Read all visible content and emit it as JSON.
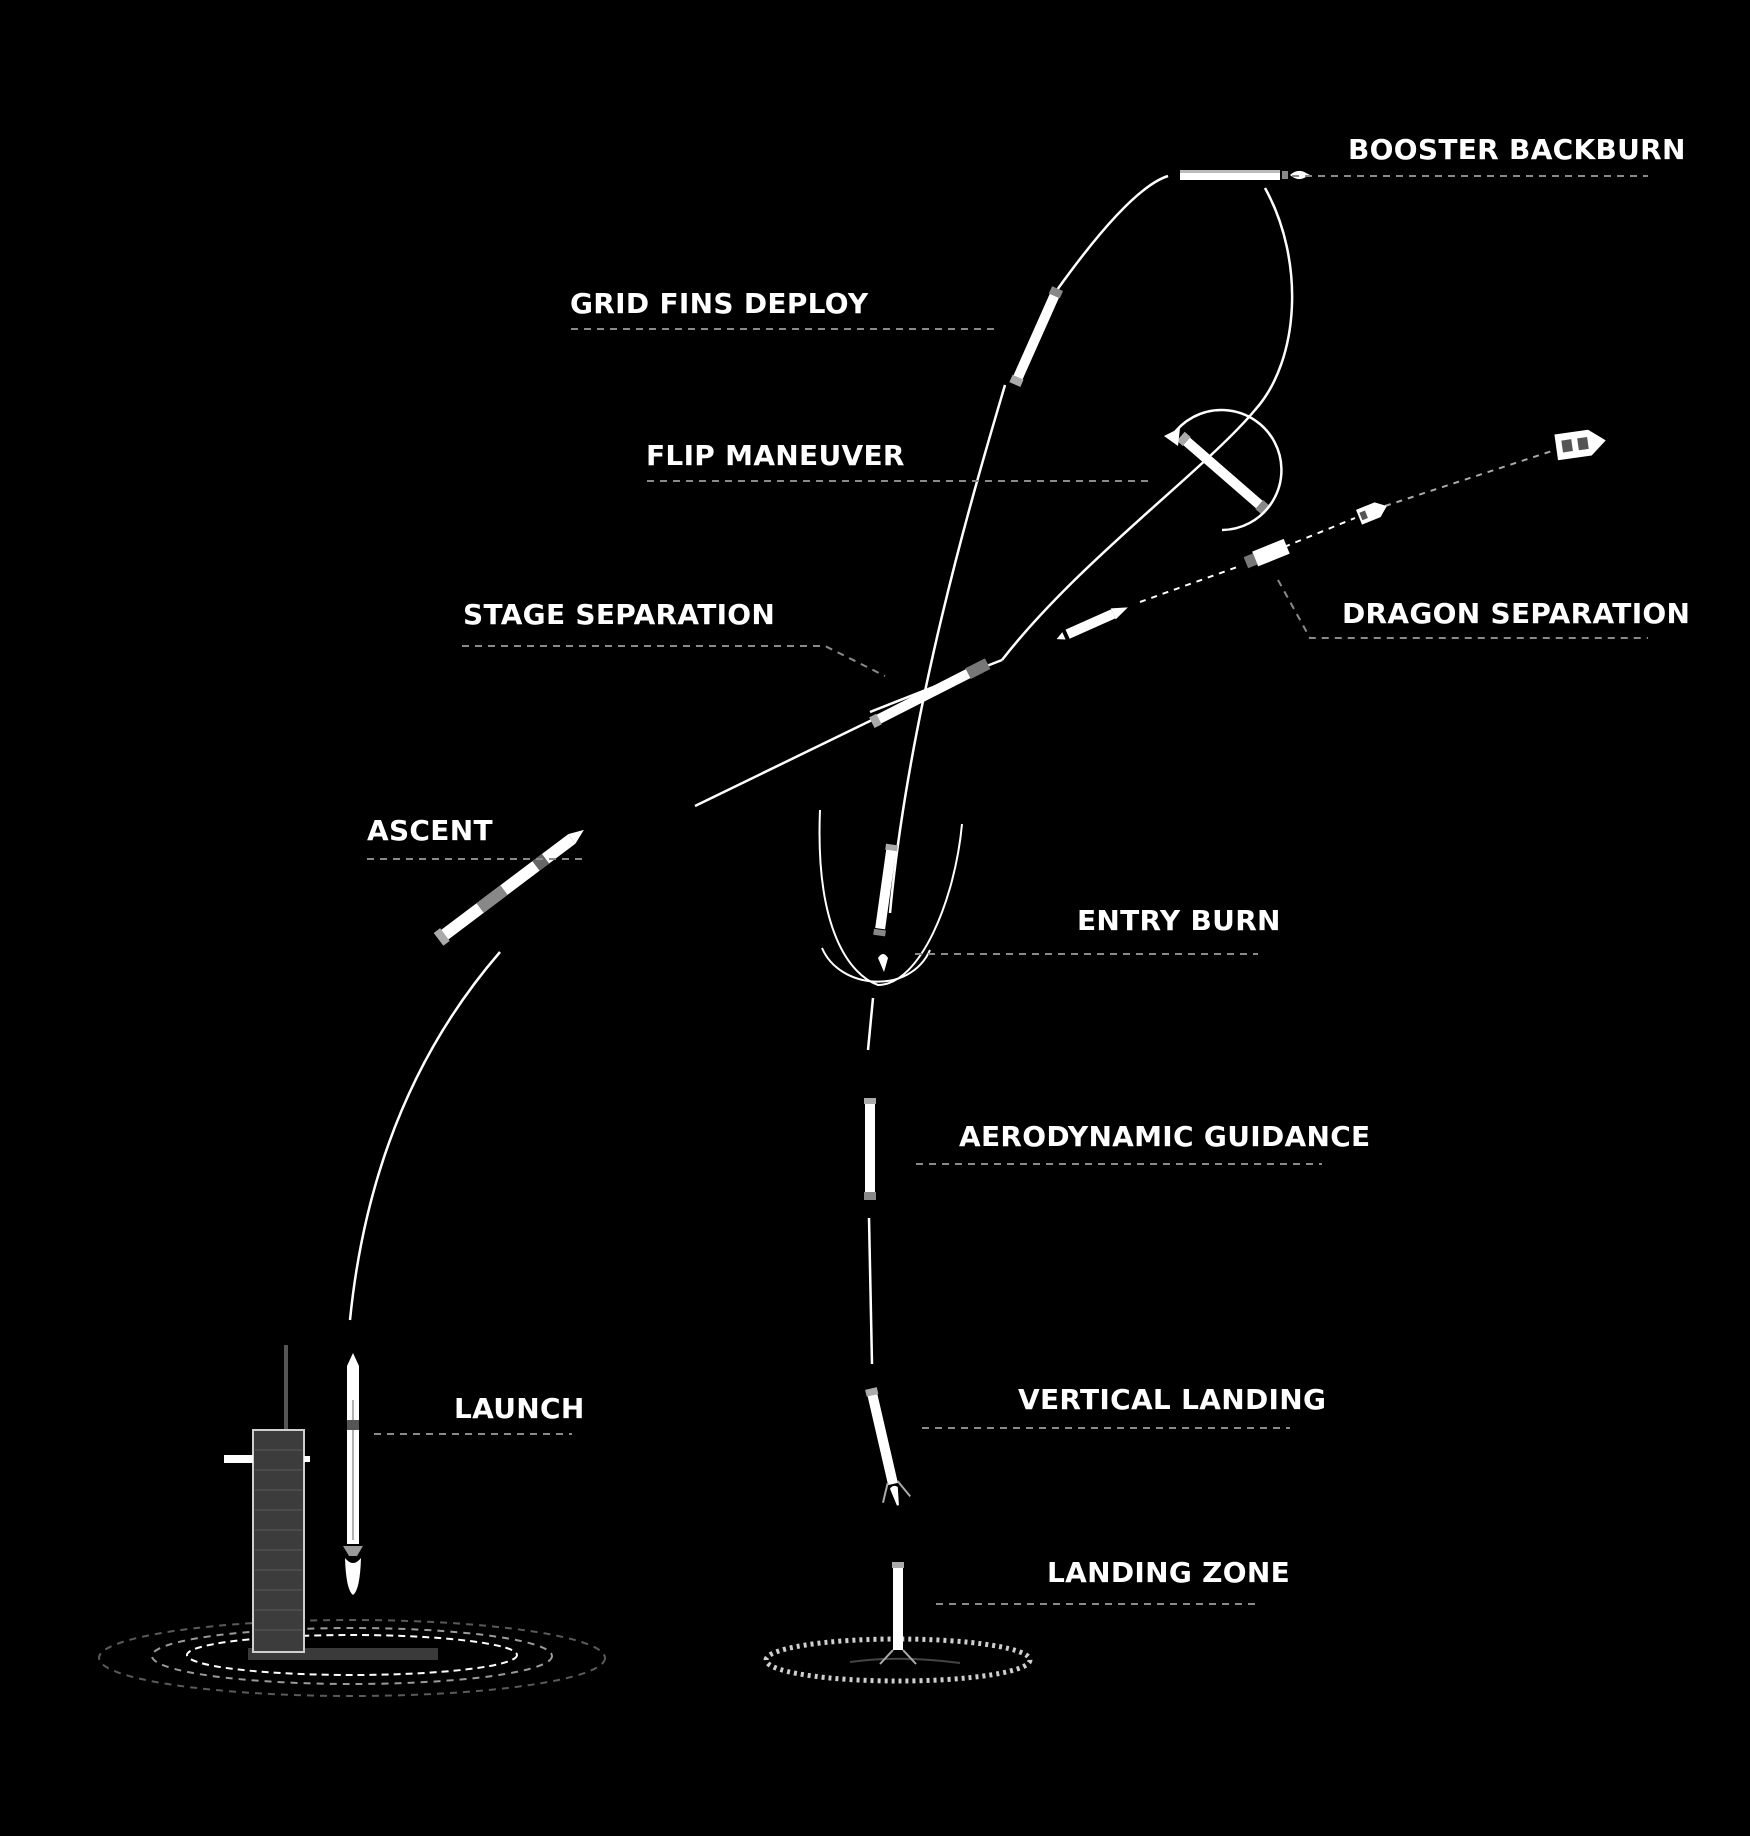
{
  "colors": {
    "background": "#000000",
    "trajectory": "#ffffff",
    "leader_line": "#8a8a8a",
    "tower": "#3a3a3a"
  },
  "stages": [
    {
      "id": "booster-backburn",
      "label": "BOOSTER BACKBURN"
    },
    {
      "id": "grid-fins-deploy",
      "label": "GRID FINS DEPLOY"
    },
    {
      "id": "flip-maneuver",
      "label": "FLIP MANEUVER"
    },
    {
      "id": "stage-separation",
      "label": "STAGE SEPARATION"
    },
    {
      "id": "dragon-separation",
      "label": "DRAGON SEPARATION"
    },
    {
      "id": "ascent",
      "label": "ASCENT"
    },
    {
      "id": "entry-burn",
      "label": "ENTRY BURN"
    },
    {
      "id": "aerodynamic-guidance",
      "label": "AERODYNAMIC GUIDANCE"
    },
    {
      "id": "vertical-landing",
      "label": "VERTICAL LANDING"
    },
    {
      "id": "launch",
      "label": "LAUNCH"
    },
    {
      "id": "landing-zone",
      "label": "LANDING ZONE"
    }
  ],
  "icons": {
    "rocket": "rocket-icon",
    "dragon": "dragon-capsule-icon",
    "tower": "launch-tower-icon",
    "pad": "launch-pad-icon",
    "landing_pad": "landing-pad-icon",
    "rotation": "rotation-arrow-icon"
  }
}
